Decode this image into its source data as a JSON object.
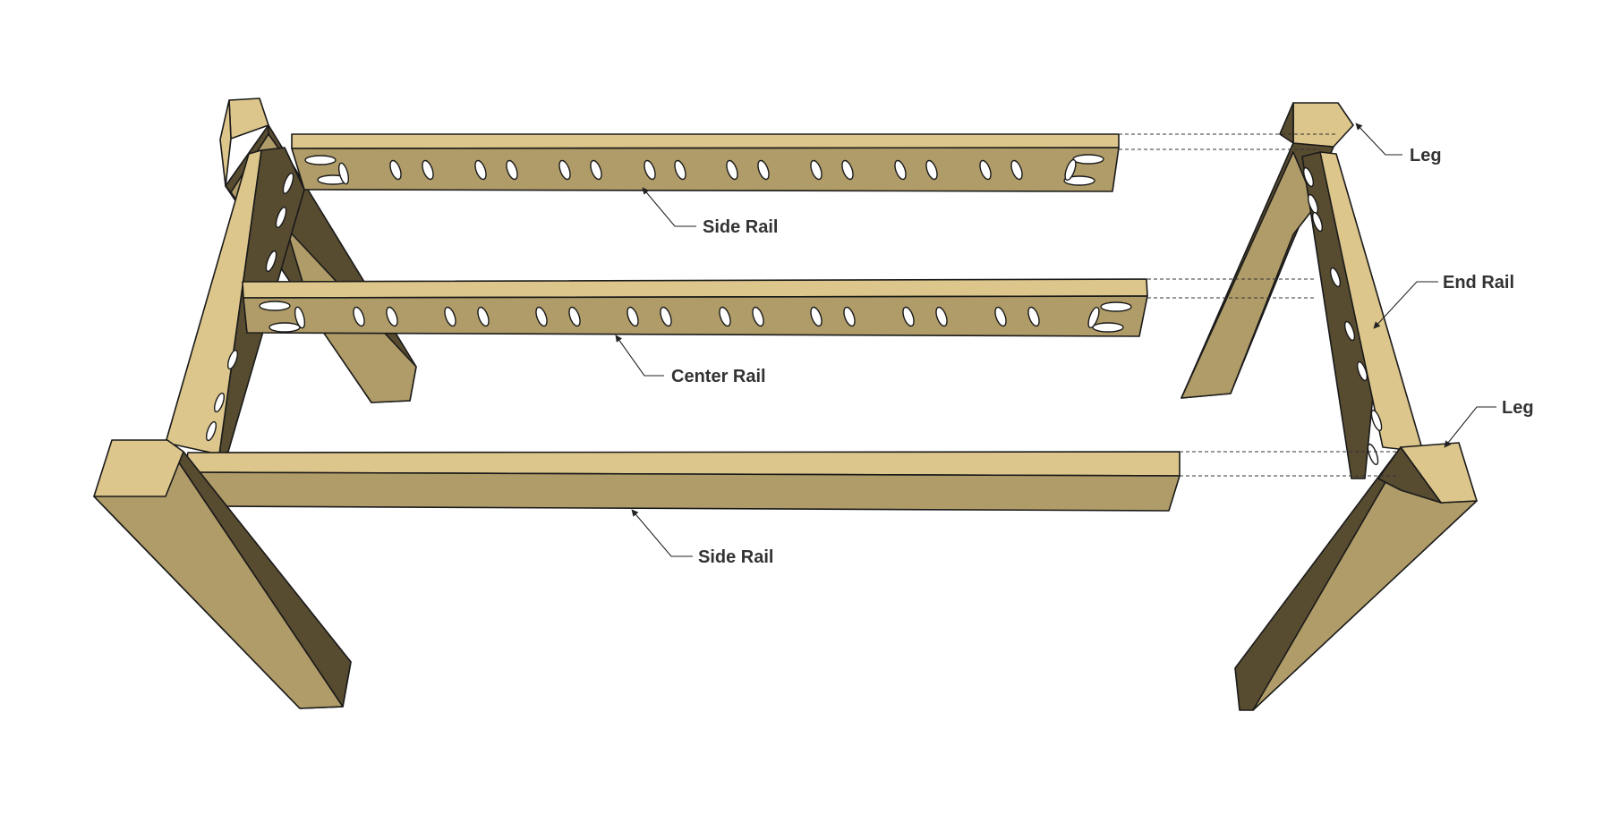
{
  "diagram": {
    "colors": {
      "wood_top": "#ddc68b",
      "wood_face": "#b09c68",
      "wood_shadow": "#574b30",
      "outline": "#1a1a1a",
      "background": "#ffffff"
    },
    "labels": {
      "leg_upper": "Leg",
      "side_rail_back": "Side Rail",
      "end_rail": "End Rail",
      "center_rail": "Center Rail",
      "leg_lower": "Leg",
      "side_rail_front": "Side Rail"
    }
  }
}
